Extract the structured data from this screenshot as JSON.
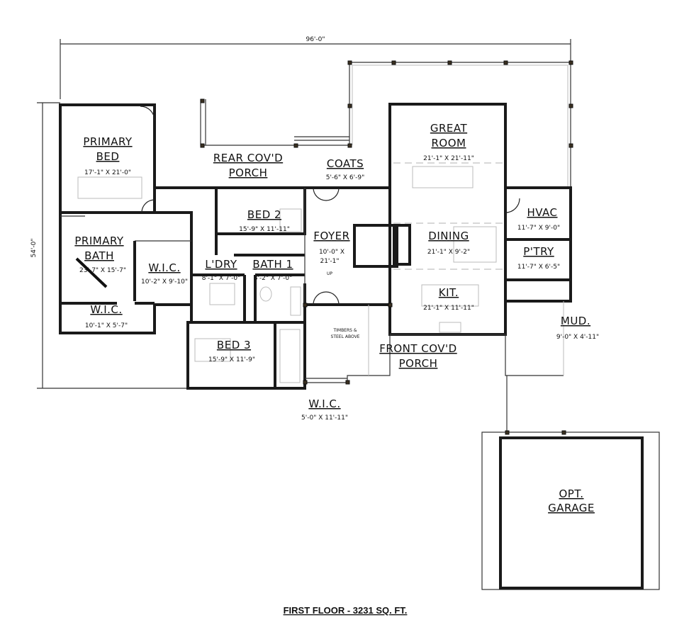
{
  "dimensions": {
    "overall_width": "96'-0\"",
    "overall_depth": "54'-0\""
  },
  "rooms": {
    "primary_bed": {
      "name1": "PRIMARY",
      "name2": "BED",
      "size": "17'-1\" X 21'-0\""
    },
    "rear_porch": {
      "name1": "REAR COV'D",
      "name2": "PORCH"
    },
    "primary_bath": {
      "name1": "PRIMARY",
      "name2": "BATH",
      "size": "23'-7\" X 15'-7\""
    },
    "wic_primary": {
      "name": "W.I.C.",
      "size": "10'-2\" X 9'-10\""
    },
    "wic_lower": {
      "name": "W.I.C.",
      "size": "10'-1\" X 5'-7\""
    },
    "bed2": {
      "name": "BED 2",
      "size": "15'-9\" X 11'-11\""
    },
    "laundry": {
      "name": "L'DRY",
      "size": "8'-1\" X 7'-0\""
    },
    "bath1": {
      "name": "BATH 1",
      "size": "8'-2\" X 7'-0\""
    },
    "bed3": {
      "name": "BED 3",
      "size": "15'-9\" X 11'-9\""
    },
    "wic_bed3": {
      "name": "W.I.C.",
      "size": "5'-0\" X 11'-11\""
    },
    "coats": {
      "name": "COATS",
      "size": "5'-6\" X 6'-9\""
    },
    "foyer": {
      "name": "FOYER",
      "size1": "10'-0\" X",
      "size2": "21'-1\"",
      "stair": "UP"
    },
    "great_room": {
      "name1": "GREAT",
      "name2": "ROOM",
      "size": "21'-1\" X 21'-11\""
    },
    "dining": {
      "name": "DINING",
      "size": "21'-1\" X 9'-2\""
    },
    "kitchen": {
      "name": "KIT.",
      "size": "21'-1\" X 11'-11\""
    },
    "hvac": {
      "name": "HVAC",
      "size": "11'-7\" X 9'-0\""
    },
    "pantry": {
      "name": "P'TRY",
      "size": "11'-7\" X 6'-5\""
    },
    "mud": {
      "name": "MUD.",
      "size": "9'-0\" X 4'-11\""
    },
    "front_porch": {
      "name1": "FRONT COV'D",
      "name2": "PORCH",
      "note1": "TIMBERS &",
      "note2": "STEEL ABOVE"
    },
    "garage": {
      "name1": "OPT.",
      "name2": "GARAGE"
    }
  },
  "title": "FIRST FLOOR - 3231 SQ. FT."
}
